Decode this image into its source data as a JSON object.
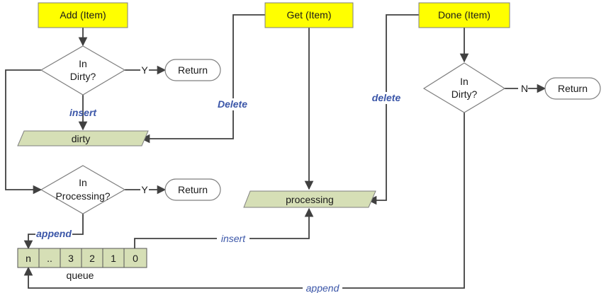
{
  "top_boxes": {
    "add": "Add (Item)",
    "get": "Get (Item)",
    "done": "Done (Item)"
  },
  "decisions": {
    "add_dirty": [
      "In",
      "Dirty?"
    ],
    "add_processing": [
      "In",
      "Processing?"
    ],
    "done_dirty": [
      "In",
      "Dirty?"
    ]
  },
  "terminals": {
    "return_1": "Return",
    "return_2": "Return",
    "return_3": "Return"
  },
  "branch_labels": {
    "y1": "Y",
    "y2": "Y",
    "n1": "N"
  },
  "stores": {
    "dirty": "dirty",
    "processing": "processing"
  },
  "edge_labels": {
    "insert_dirty": "insert",
    "delete_get": "Delete",
    "delete_done": "delete",
    "append_queue": "append",
    "insert_processing": "insert",
    "append_bottom": "append"
  },
  "queue": {
    "cells": [
      "n",
      "..",
      "3",
      "2",
      "1",
      "0"
    ],
    "label": "queue"
  },
  "colors": {
    "box": "#ffff00",
    "store": "#d6dfb6",
    "label": "#3b56a8",
    "line": "#404040"
  }
}
